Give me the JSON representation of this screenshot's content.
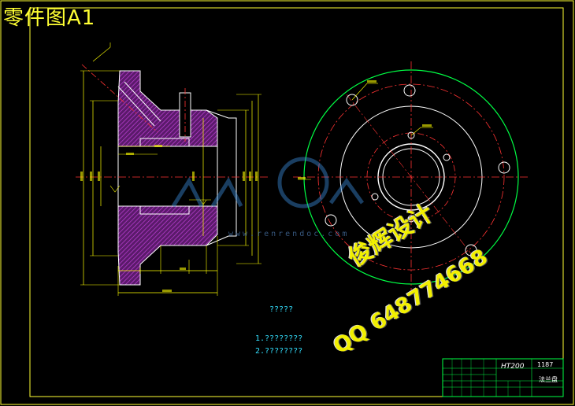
{
  "sheet": {
    "title": "零件图A1"
  },
  "notes": {
    "heading": "?????",
    "item1": "1.????????",
    "item2": "2.????????"
  },
  "watermark": {
    "brand_url": "www.renrendoc.com",
    "cn_text": "俊辉设计",
    "qq_text": "QQ 648774668"
  },
  "title_block": {
    "material": "HT200",
    "drawing_no": "1187",
    "part_name": "法兰盘"
  },
  "colors": {
    "background": "#000000",
    "frame": "#ffff33",
    "outline": "#ffffff",
    "center_line": "#ff3333",
    "dimension": "#ffff00",
    "hatch": "#b030c0",
    "green": "#00ff44",
    "notes": "#33e0ff"
  }
}
